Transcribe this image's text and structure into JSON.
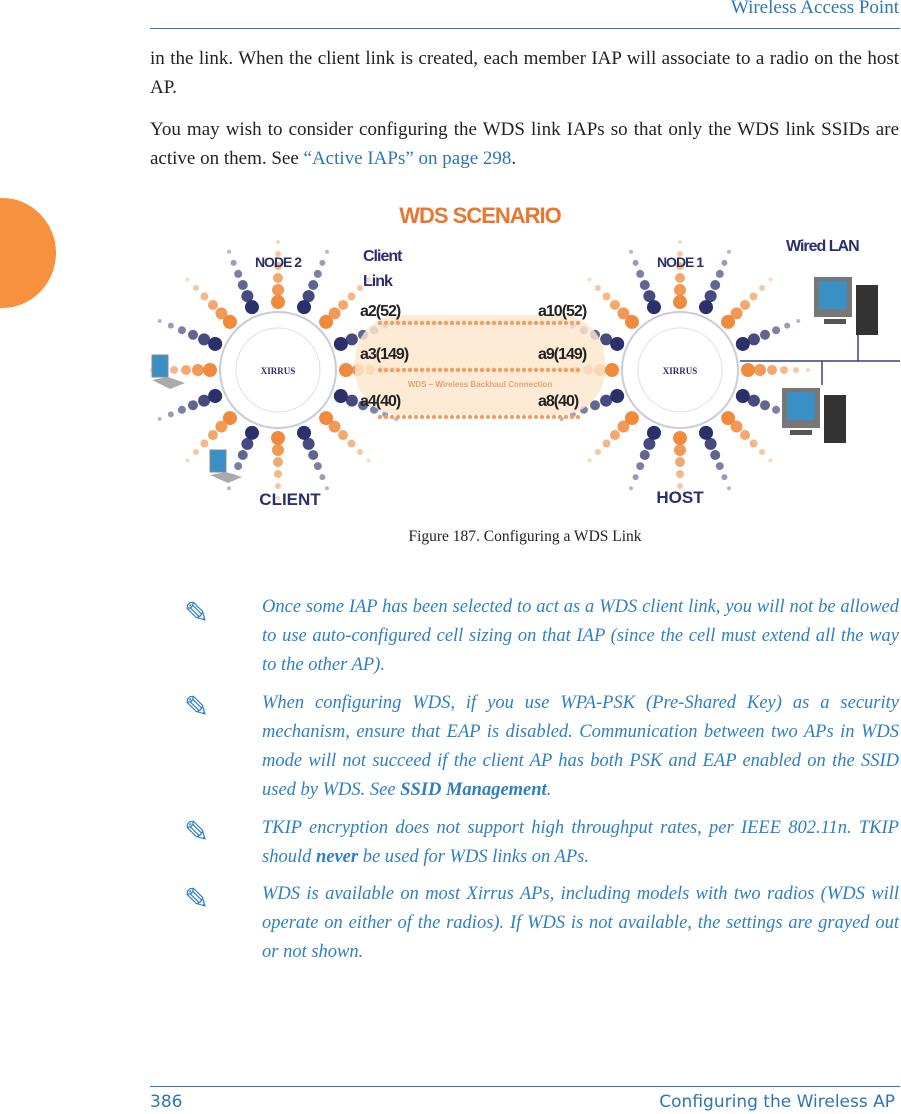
{
  "header": {
    "title": "Wireless Access Point"
  },
  "body": {
    "p1": "in the link. When the client link is created, each member IAP will associate to a radio on the host AP.",
    "p2_before": "You may wish to consider configuring the WDS link IAPs so that only the WDS link SSIDs are active on them. See ",
    "p2_link": "“Active IAPs” on page 298",
    "p2_after": "."
  },
  "figure": {
    "title": "WDS SCENARIO",
    "node2": "NODE 2",
    "node1": "NODE 1",
    "client_link": [
      "Client",
      "Link"
    ],
    "wired_lan": "Wired LAN",
    "left_radios": [
      "a2(52)",
      "a3(149)",
      "a4(40)"
    ],
    "right_radios": [
      "a10(52)",
      "a9(149)",
      "a8(40)"
    ],
    "backhaul": "WDS – Wireless Backhaul Connection",
    "device_logo": "XIRRUS",
    "client": "CLIENT",
    "host": "HOST",
    "caption": "Figure 187. Configuring a WDS Link",
    "colors": {
      "orange": "#f08a3c",
      "navy": "#2b2f6b"
    }
  },
  "notes": [
    {
      "icon": "pencil-note-icon",
      "text": "Once some IAP has been selected to act as a WDS client link, you will not be allowed to use auto-configured cell sizing on that IAP (since the cell must extend all the way to the other AP)."
    },
    {
      "icon": "pencil-note-icon",
      "before": "When configuring WDS, if you use WPA-PSK (Pre-Shared Key) as a security mechanism, ensure that EAP is disabled. Communication between two APs in WDS mode will not succeed if the client AP has both PSK and EAP enabled on the SSID used by WDS. See ",
      "bold": "SSID Management",
      "after": "."
    },
    {
      "icon": "pencil-note-icon",
      "before": "TKIP encryption does not support high throughput rates, per IEEE 802.11n. TKIP should ",
      "bold": "never",
      "after": " be used for WDS links on APs."
    },
    {
      "icon": "pencil-note-icon",
      "text": "WDS is available on most Xirrus APs, including models with two radios (WDS will operate on either of the radios). If WDS is not available, the settings are grayed out or not shown."
    }
  ],
  "footer": {
    "page": "386",
    "section": "Configuring the Wireless AP"
  }
}
